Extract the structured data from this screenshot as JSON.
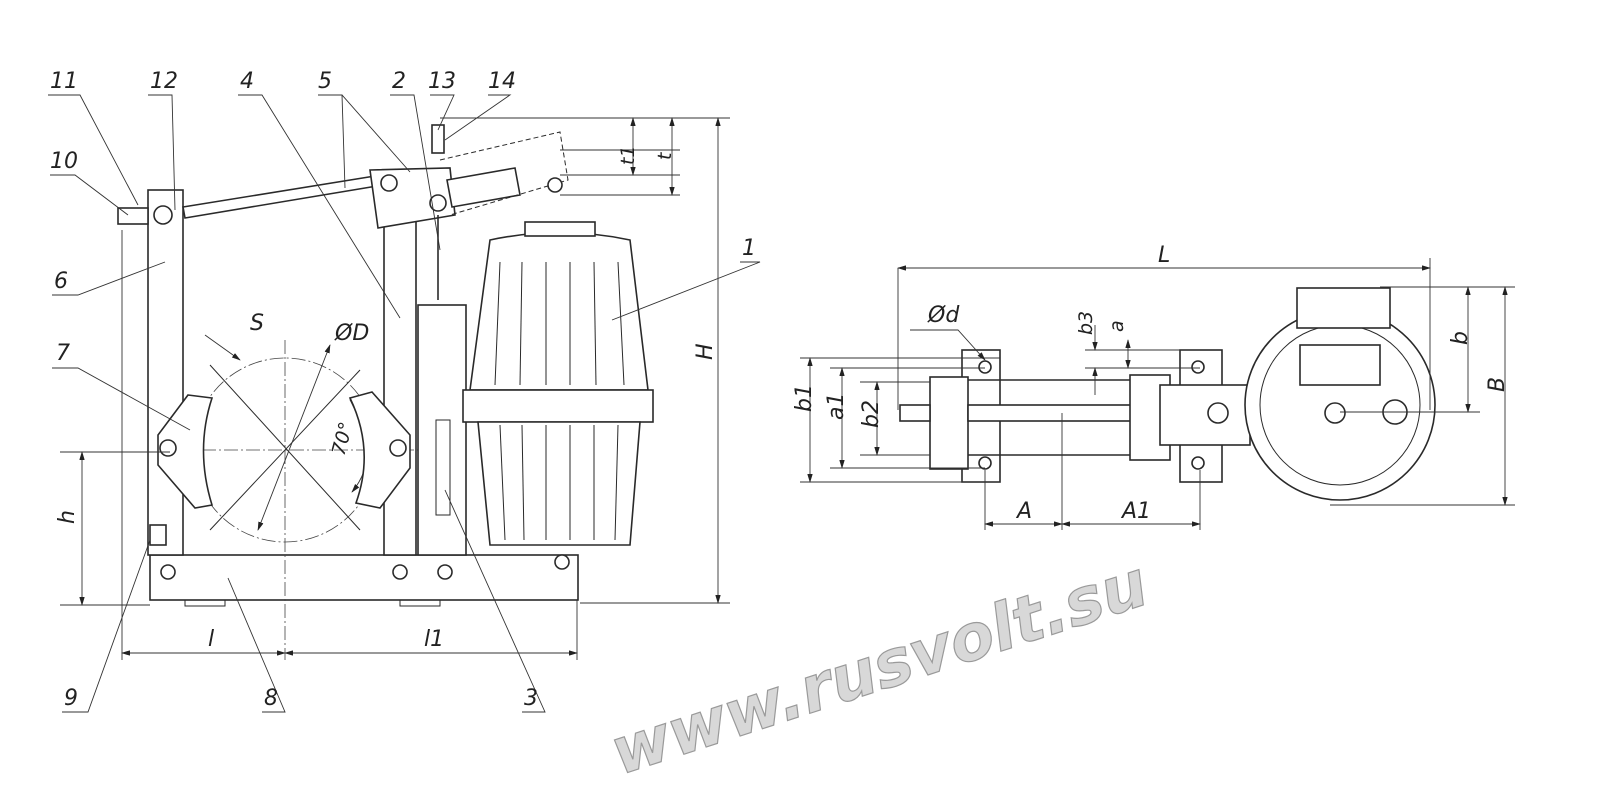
{
  "watermark": "www.rusvolt.su",
  "left_view": {
    "callouts": [
      "1",
      "2",
      "3",
      "4",
      "5",
      "6",
      "7",
      "8",
      "9",
      "10",
      "11",
      "12",
      "13",
      "14"
    ],
    "dimensions": {
      "S": "S",
      "D": "ØD",
      "angle": "70°",
      "H": "H",
      "h": "h",
      "l": "l",
      "l1": "l1",
      "t1": "t1",
      "t": "t"
    }
  },
  "right_view": {
    "dimensions": {
      "L": "L",
      "d": "Ød",
      "b3": "b3",
      "a": "a",
      "b": "b",
      "B": "B",
      "b1": "b1",
      "a1": "a1",
      "b2": "b2",
      "A": "A",
      "A1": "A1"
    }
  }
}
